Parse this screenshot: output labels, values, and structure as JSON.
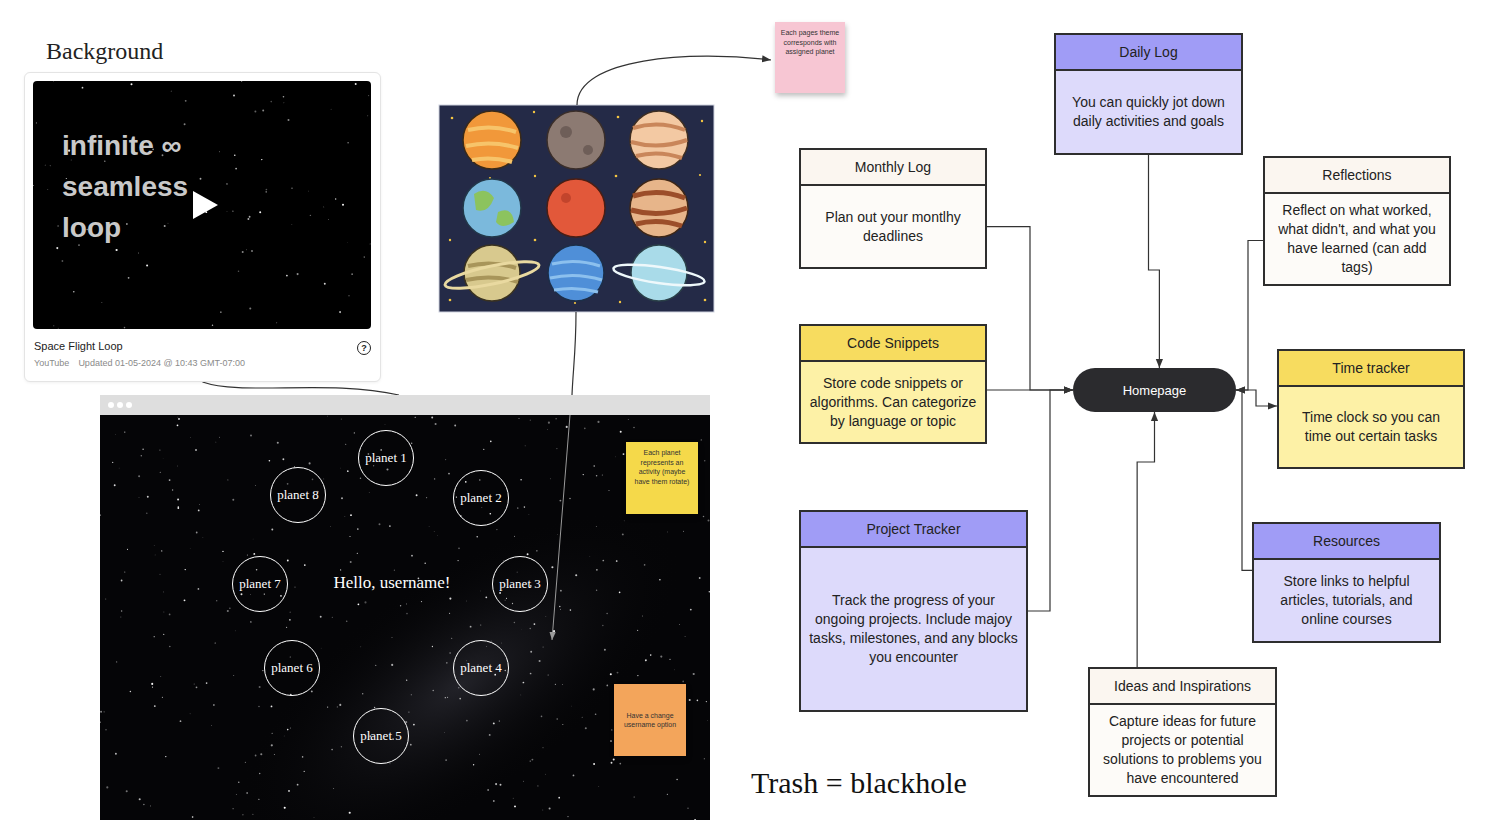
{
  "diagram": {
    "nodes": [
      {
        "text": [
          "Background",
          "Space Flight Loop",
          "YouTube",
          "Updated 01-05-2024 @ 10:43 GMT-07:00"
        ]
      },
      {
        "text": [
          "infinite ∞ seamless loop"
        ],
        "in": 0
      },
      {
        "text": [
          "Each pages theme corresponds with assigned planet"
        ]
      },
      {
        "text": [
          "Hello, username!"
        ]
      },
      {
        "text": [
          "planet 1"
        ],
        "in": 3
      },
      {
        "text": [
          "planet 2"
        ],
        "in": 3
      },
      {
        "text": [
          "planet 3"
        ],
        "in": 3
      },
      {
        "text": [
          "planet 4"
        ],
        "in": 3
      },
      {
        "text": [
          "planet 5"
        ],
        "in": 3
      },
      {
        "text": [
          "planet 6"
        ],
        "in": 3
      },
      {
        "text": [
          "planet 7"
        ],
        "in": 3
      },
      {
        "text": [
          "planet 8"
        ],
        "in": 3
      },
      {
        "text": [
          "Each planet represents an activity (maybe have them rotate)"
        ],
        "in": 3
      },
      {
        "text": [
          "Have a change username option"
        ],
        "in": 3
      },
      {
        "text": [
          "Daily Log",
          "You can quickly jot down daily activities and goals"
        ]
      },
      {
        "text": [
          "Monthly Log",
          "Plan out your montlhy deadlines"
        ]
      },
      {
        "text": [
          "Reflections",
          "Reflect on what worked, what didn't, and what you have learned (can add tags)"
        ]
      },
      {
        "text": [
          "Code Snippets",
          "Store code snippets or algorithms. Can categorize by language or topic"
        ]
      },
      {
        "text": [
          "Homepage"
        ]
      },
      {
        "text": [
          "Time tracker",
          "Time clock so you can time out certain tasks"
        ]
      },
      {
        "text": [
          "Project Tracker",
          "Track the progress of your ongoing projects. Include majoy tasks, milestones, and any blocks you encounter"
        ]
      },
      {
        "text": [
          "Resources",
          "Store links to helpful articles, tutorials, and online courses"
        ]
      },
      {
        "text": [
          "Ideas and Inspirations",
          "Capture ideas for future projects or potential solutions to problems you have encountered"
        ]
      }
    ],
    "edges": [
      {
        "from": 0,
        "to": 3,
        "arrow": "none"
      },
      {
        "from": 14,
        "to": 18,
        "arrow": "to"
      },
      {
        "from": 15,
        "to": 18,
        "arrow": "to"
      },
      {
        "from": 17,
        "to": 18,
        "arrow": "to"
      },
      {
        "from": 20,
        "to": 18,
        "arrow": "to"
      },
      {
        "from": 22,
        "to": 18,
        "arrow": "to"
      },
      {
        "from": 16,
        "to": 18,
        "arrow": "to"
      },
      {
        "from": 18,
        "to": 19,
        "arrow": "to"
      },
      {
        "from": 21,
        "to": 18,
        "arrow": "to"
      }
    ],
    "labels": [
      "?",
      "Trash = blackhole"
    ]
  }
}
